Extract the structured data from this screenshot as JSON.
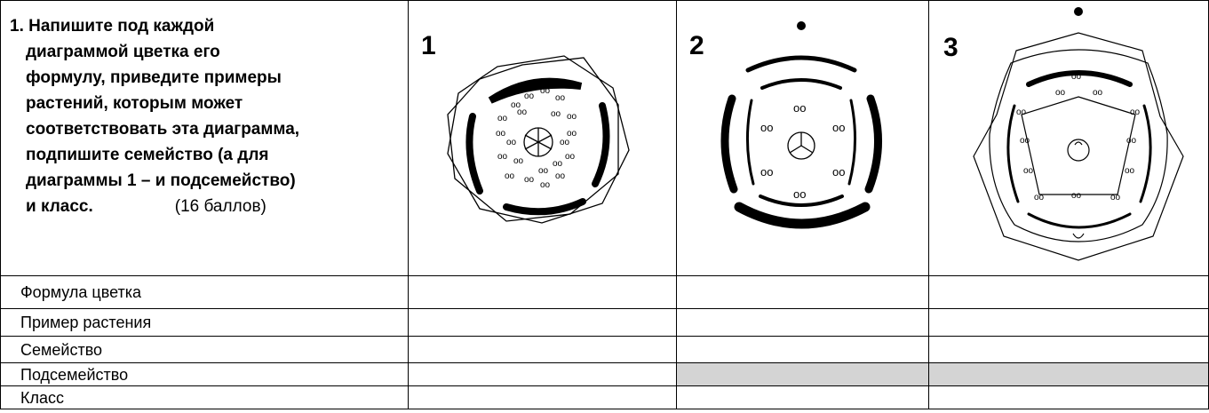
{
  "question": {
    "lines": [
      "1. Напишите под каждой",
      "диаграммой цветка его",
      "формулу, приведите примеры",
      "растений, которым может",
      "соответствовать эта диаграмма,",
      "подпишите семейство (а для",
      "диаграммы 1 – и подсемейство)",
      "и класс."
    ],
    "points": "(16 баллов)"
  },
  "diagrams": [
    {
      "number": "1"
    },
    {
      "number": "2"
    },
    {
      "number": "3"
    }
  ],
  "rows": [
    {
      "label": "Формула цветка"
    },
    {
      "label": "Пример растения"
    },
    {
      "label": "Семейство"
    },
    {
      "label": "Подсемейство",
      "shaded_columns": [
        2,
        3
      ]
    },
    {
      "label": "Класс"
    }
  ],
  "colors": {
    "shade": "#d4d4d4",
    "line": "#000000"
  }
}
